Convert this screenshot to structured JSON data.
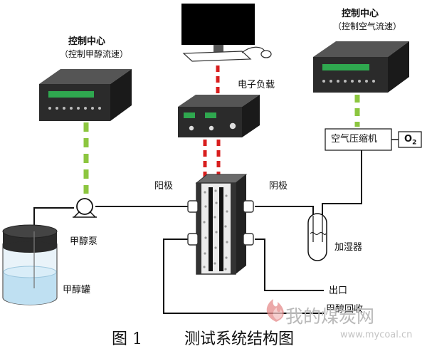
{
  "labels": {
    "control_left_title": "控制中心",
    "control_left_sub": "（控制甲醇流速）",
    "control_right_title": "控制中心",
    "control_right_sub": "（控制空气流速）",
    "electronic_load": "电子负载",
    "anode": "阳极",
    "cathode": "阴极",
    "methanol_pump": "甲醇泵",
    "methanol_tank": "甲醇罐",
    "air_compressor": "空气压缩机",
    "oxygen": "O",
    "oxygen_sub": "2",
    "humidifier": "加湿器",
    "outlet": "出口",
    "methanol_recovery": "甲醇回收"
  },
  "caption": {
    "figure_no": "图 1",
    "title": "测试系统结构图"
  },
  "watermark": {
    "text": "我的煤炭网",
    "url": "www.mycoal.cn"
  },
  "colors": {
    "green_dash": "#8cc63f",
    "red_dash": "#d81e1e",
    "device_dark": "#2b2b2b",
    "display_green": "#2fa84f",
    "tank_water": "#bfe0f2"
  }
}
